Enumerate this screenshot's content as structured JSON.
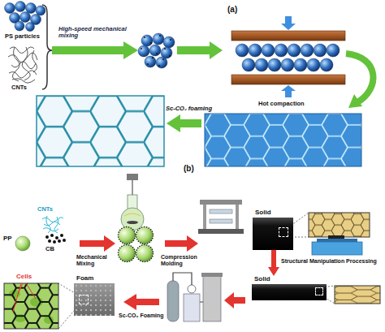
{
  "diagram": {
    "nodes": [
      {
        "text": [
          "Solid"
        ]
      },
      {
        "text": [
          "Solid"
        ]
      },
      {
        "text": [
          "Foam"
        ]
      }
    ],
    "edges": [
      {
        "from": 0,
        "to": 1,
        "arrow": "to"
      }
    ],
    "labels": [
      "(a)",
      "PS particles",
      "CNTs",
      "High-speed mechanical mixing",
      "Hot compaction",
      "Sc-CO₂ foaming",
      "(b)",
      "PP",
      "CNTs",
      "CB",
      "Mechanical Mixing",
      "Compression Molding",
      "Structural Manipulation Processing",
      "Sc-CO₂ Foaming",
      "Cells"
    ]
  }
}
